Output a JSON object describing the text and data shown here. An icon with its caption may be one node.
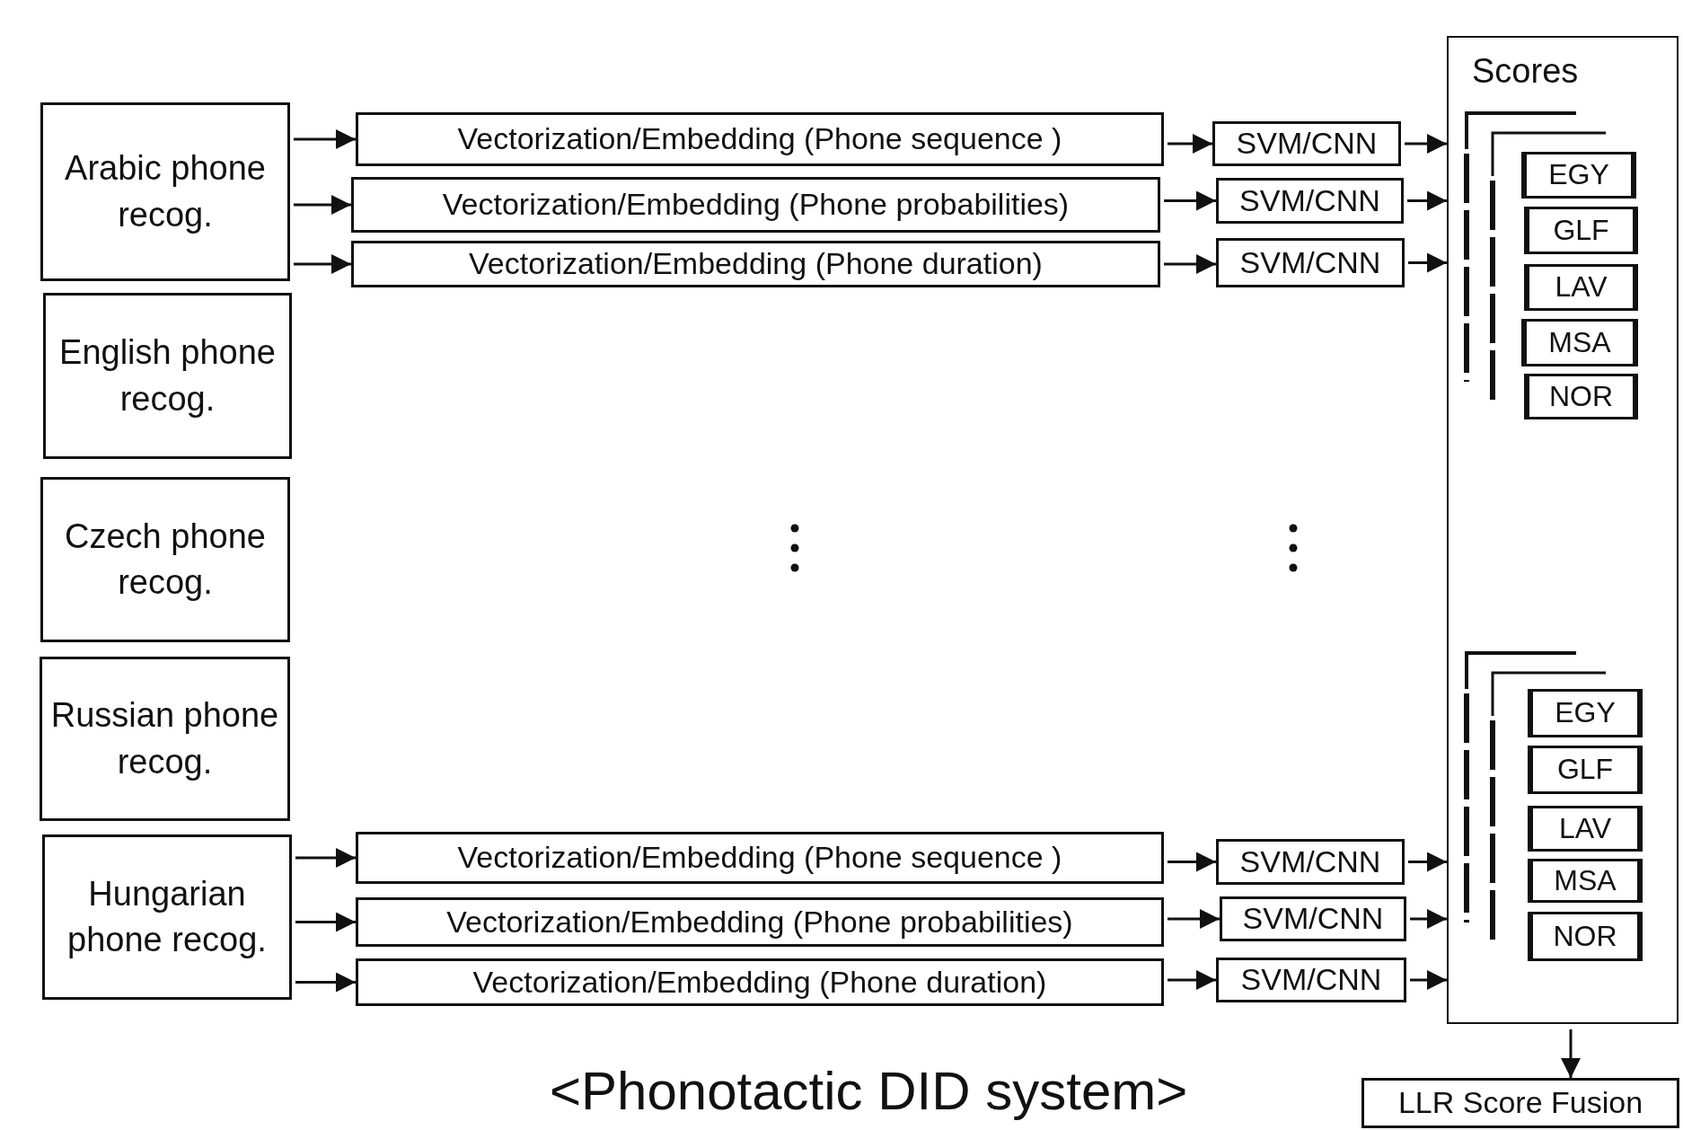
{
  "diagram": {
    "caption": "<Phonotactic DID system>",
    "nodes": [
      {
        "text": [
          "Arabic phone recog."
        ]
      },
      {
        "text": [
          "English phone recog."
        ]
      },
      {
        "text": [
          "Czech phone recog."
        ]
      },
      {
        "text": [
          "Russian phone recog."
        ]
      },
      {
        "text": [
          "Hungarian phone recog."
        ]
      },
      {
        "text": [
          "Vectorization/Embedding (Phone sequence )"
        ]
      },
      {
        "text": [
          "Vectorization/Embedding (Phone probabilities)"
        ]
      },
      {
        "text": [
          "Vectorization/Embedding (Phone duration)"
        ]
      },
      {
        "text": [
          "SVM/CNN"
        ]
      },
      {
        "text": [
          "SVM/CNN"
        ]
      },
      {
        "text": [
          "SVM/CNN"
        ]
      },
      {
        "text": [
          "Vectorization/Embedding (Phone sequence )"
        ]
      },
      {
        "text": [
          "Vectorization/Embedding (Phone probabilities)"
        ]
      },
      {
        "text": [
          "Vectorization/Embedding (Phone duration)"
        ]
      },
      {
        "text": [
          "SVM/CNN"
        ]
      },
      {
        "text": [
          "SVM/CNN"
        ]
      },
      {
        "text": [
          "SVM/CNN"
        ]
      },
      {
        "text": [
          "Scores"
        ]
      },
      {
        "text": [
          "EGY"
        ],
        "in": 17
      },
      {
        "text": [
          "GLF"
        ],
        "in": 17
      },
      {
        "text": [
          "LAV"
        ],
        "in": 17
      },
      {
        "text": [
          "MSA"
        ],
        "in": 17
      },
      {
        "text": [
          "NOR"
        ],
        "in": 17
      },
      {
        "text": [
          "EGY"
        ],
        "in": 17
      },
      {
        "text": [
          "GLF"
        ],
        "in": 17
      },
      {
        "text": [
          "LAV"
        ],
        "in": 17
      },
      {
        "text": [
          "MSA"
        ],
        "in": 17
      },
      {
        "text": [
          "NOR"
        ],
        "in": 17
      },
      {
        "text": [
          "LLR Score Fusion"
        ]
      }
    ],
    "edges": [
      {
        "from": 0,
        "to": 5,
        "arrow": "to"
      },
      {
        "from": 0,
        "to": 6,
        "arrow": "to"
      },
      {
        "from": 0,
        "to": 7,
        "arrow": "to"
      },
      {
        "from": 5,
        "to": 8,
        "arrow": "to"
      },
      {
        "from": 6,
        "to": 9,
        "arrow": "to"
      },
      {
        "from": 7,
        "to": 10,
        "arrow": "to"
      },
      {
        "from": 8,
        "to": 17,
        "arrow": "to"
      },
      {
        "from": 9,
        "to": 17,
        "arrow": "to"
      },
      {
        "from": 10,
        "to": 17,
        "arrow": "to"
      },
      {
        "from": 4,
        "to": 11,
        "arrow": "to"
      },
      {
        "from": 4,
        "to": 12,
        "arrow": "to"
      },
      {
        "from": 4,
        "to": 13,
        "arrow": "to"
      },
      {
        "from": 11,
        "to": 14,
        "arrow": "to"
      },
      {
        "from": 12,
        "to": 15,
        "arrow": "to"
      },
      {
        "from": 13,
        "to": 16,
        "arrow": "to"
      },
      {
        "from": 14,
        "to": 17,
        "arrow": "to"
      },
      {
        "from": 15,
        "to": 17,
        "arrow": "to"
      },
      {
        "from": 16,
        "to": 17,
        "arrow": "to"
      },
      {
        "from": 17,
        "to": 28,
        "arrow": "to"
      }
    ]
  }
}
